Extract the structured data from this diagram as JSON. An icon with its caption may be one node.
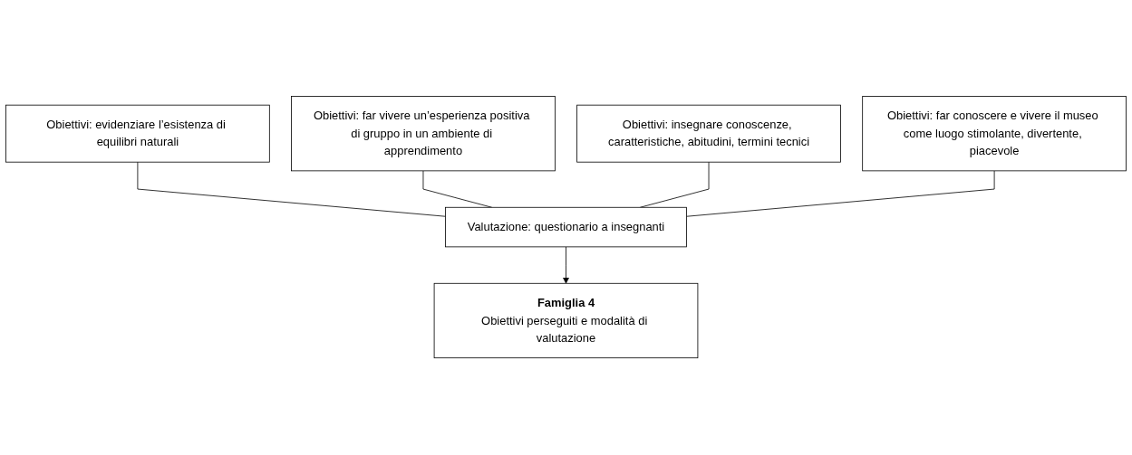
{
  "diagram": {
    "nodes": [
      {
        "text": [
          "Obiettivi: far vivere un’esperienza positiva di gruppo in un ambiente di apprendimento"
        ]
      },
      {
        "text": [
          "Obiettivi: insegnare conoscenze, caratteristiche, abitudini, termini tecnici"
        ]
      },
      {
        "text": [
          "Obiettivi: evidenziare l’esistenza di equilibri naturali"
        ]
      },
      {
        "text": [
          "Obiettivi: far conoscere e vivere il museo come luogo stimolante, divertente, piacevole"
        ]
      },
      {
        "text": [
          "Valutazione: questionario a insegnanti"
        ]
      },
      {
        "text": [
          "Famiglia 4",
          "Obiettivi perseguiti e modalità di valutazione"
        ]
      }
    ],
    "edges": [
      {
        "from": 2,
        "to": 4,
        "arrow": "none"
      },
      {
        "from": 0,
        "to": 4,
        "arrow": "none"
      },
      {
        "from": 1,
        "to": 4,
        "arrow": "none"
      },
      {
        "from": 3,
        "to": 4,
        "arrow": "none"
      },
      {
        "from": 4,
        "to": 5,
        "arrow": "to"
      }
    ]
  }
}
